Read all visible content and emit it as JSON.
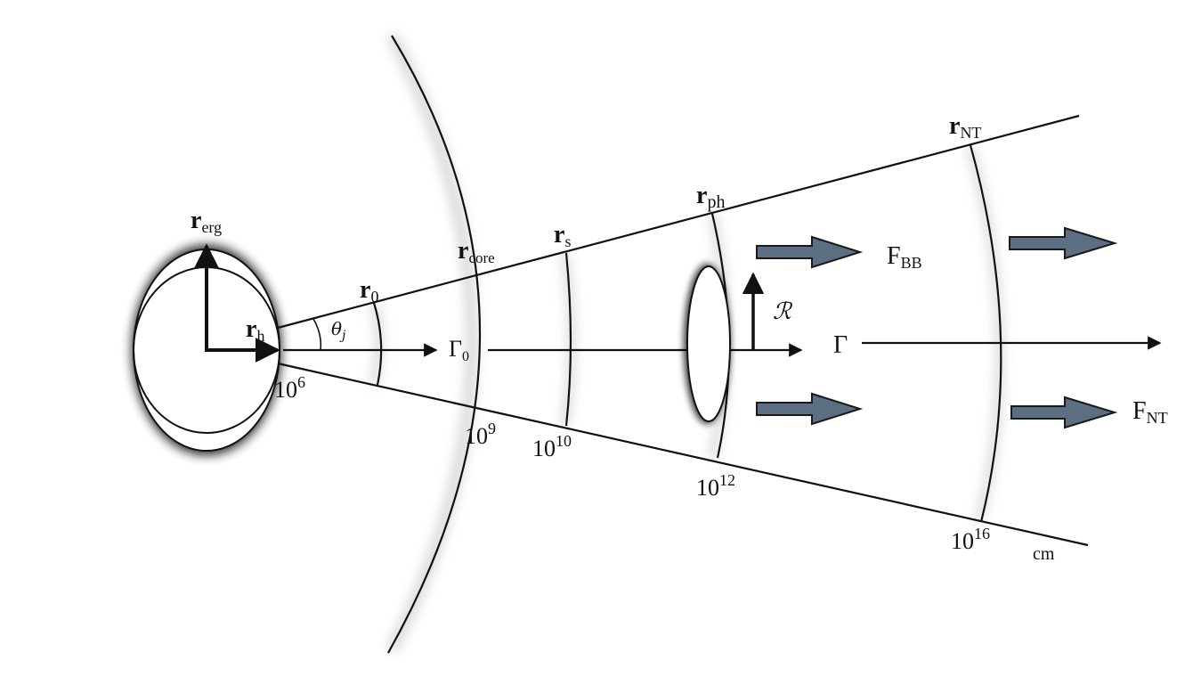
{
  "labels": {
    "r_erg": {
      "main": "r",
      "sub": "erg"
    },
    "r_h": {
      "main": "r",
      "sub": "h"
    },
    "r_0": {
      "main": "r",
      "sub": "0"
    },
    "r_core": {
      "main": "r",
      "sub": "core"
    },
    "r_s": {
      "main": "r",
      "sub": "s"
    },
    "r_ph": {
      "main": "r",
      "sub": "ph"
    },
    "r_NT": {
      "main": "r",
      "sub": "NT"
    },
    "theta_j": "θ",
    "theta_j_sub": "j",
    "gamma_0": {
      "main": "Γ",
      "sub": "0"
    },
    "gamma": "Γ",
    "curly_R": "ℛ",
    "F_BB": {
      "main": "F",
      "sub": "BB"
    },
    "F_NT": {
      "main": "F",
      "sub": "NT"
    },
    "unit": "cm"
  },
  "radii": {
    "r_h": {
      "base": "10",
      "exp": "6"
    },
    "r_core": {
      "base": "10",
      "exp": "9"
    },
    "r_s": {
      "base": "10",
      "exp": "10"
    },
    "r_ph": {
      "base": "10",
      "exp": "12"
    },
    "r_NT": {
      "base": "10",
      "exp": "16"
    }
  },
  "colors": {
    "line": "#111111",
    "arrow_fill": "#5b6e82",
    "arrow_stroke": "#1a1a1a",
    "shade": "#9a9a9a"
  }
}
